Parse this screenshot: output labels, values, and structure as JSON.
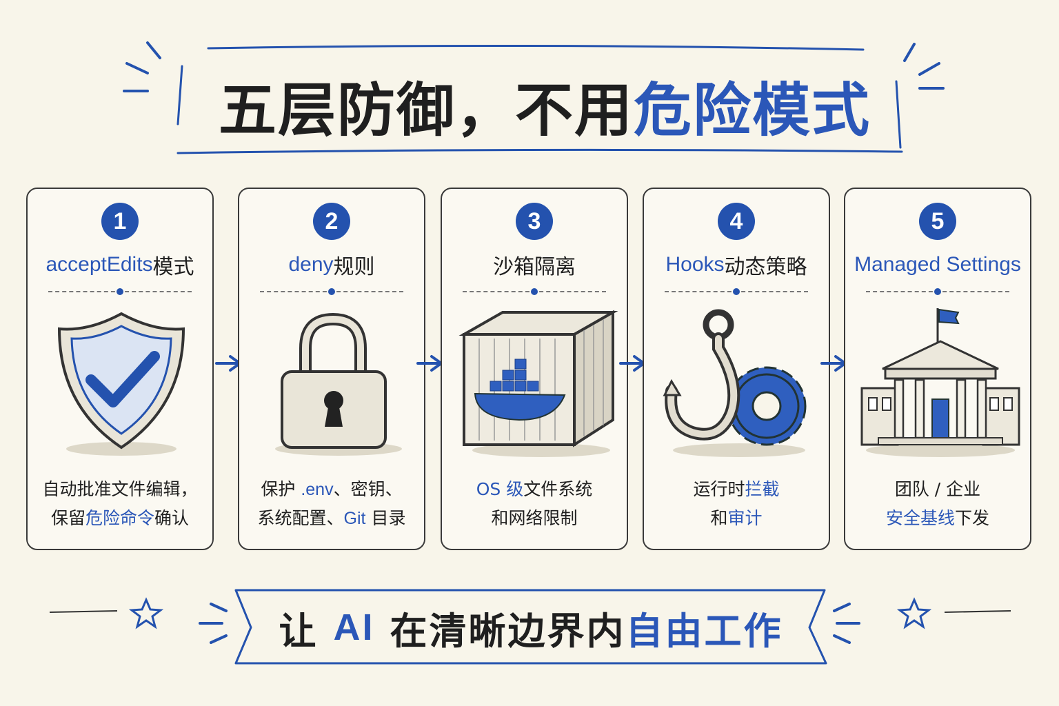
{
  "title": {
    "black": "五层防御，",
    "black2": "不用",
    "blue": "危险模式"
  },
  "colors": {
    "accent": "#2452ae",
    "ink": "#1f1f1f",
    "paper": "#f8f5ea"
  },
  "layers": [
    {
      "number": "1",
      "heading_en": "acceptEdits",
      "heading_cn": " 模式",
      "icon": "shield-check-icon",
      "desc_line1": "自动批准文件编辑，",
      "desc_line2_a": "保留",
      "desc_line2_b": "危险命令",
      "desc_line2_c": "确认"
    },
    {
      "number": "2",
      "heading_en": "deny",
      "heading_cn": " 规则",
      "icon": "padlock-icon",
      "desc_line1_a": "保护 ",
      "desc_line1_b": ".env",
      "desc_line1_c": "、密钥、",
      "desc_line2_a": "系统配置、",
      "desc_line2_b": "Git",
      "desc_line2_c": " 目录"
    },
    {
      "number": "3",
      "heading_cn": "沙箱隔离",
      "icon": "container-box-icon",
      "desc_line1_a": "OS 级",
      "desc_line1_b": "文件系统",
      "desc_line2": "和网络限制"
    },
    {
      "number": "4",
      "heading_en": "Hooks",
      "heading_cn": " 动态策略",
      "icon": "hook-gear-icon",
      "desc_line1_a": "运行时",
      "desc_line1_b": "拦截",
      "desc_line2_a": "和",
      "desc_line2_b": "审计"
    },
    {
      "number": "5",
      "heading_en": "Managed Settings",
      "icon": "government-building-icon",
      "desc_line1": "团队 / 企业",
      "desc_line2_a": "安全基线",
      "desc_line2_b": "下发"
    }
  ],
  "footer": {
    "part1": "让",
    "part2": "AI",
    "part3": "在清晰边界内",
    "part4": "自由工作"
  }
}
